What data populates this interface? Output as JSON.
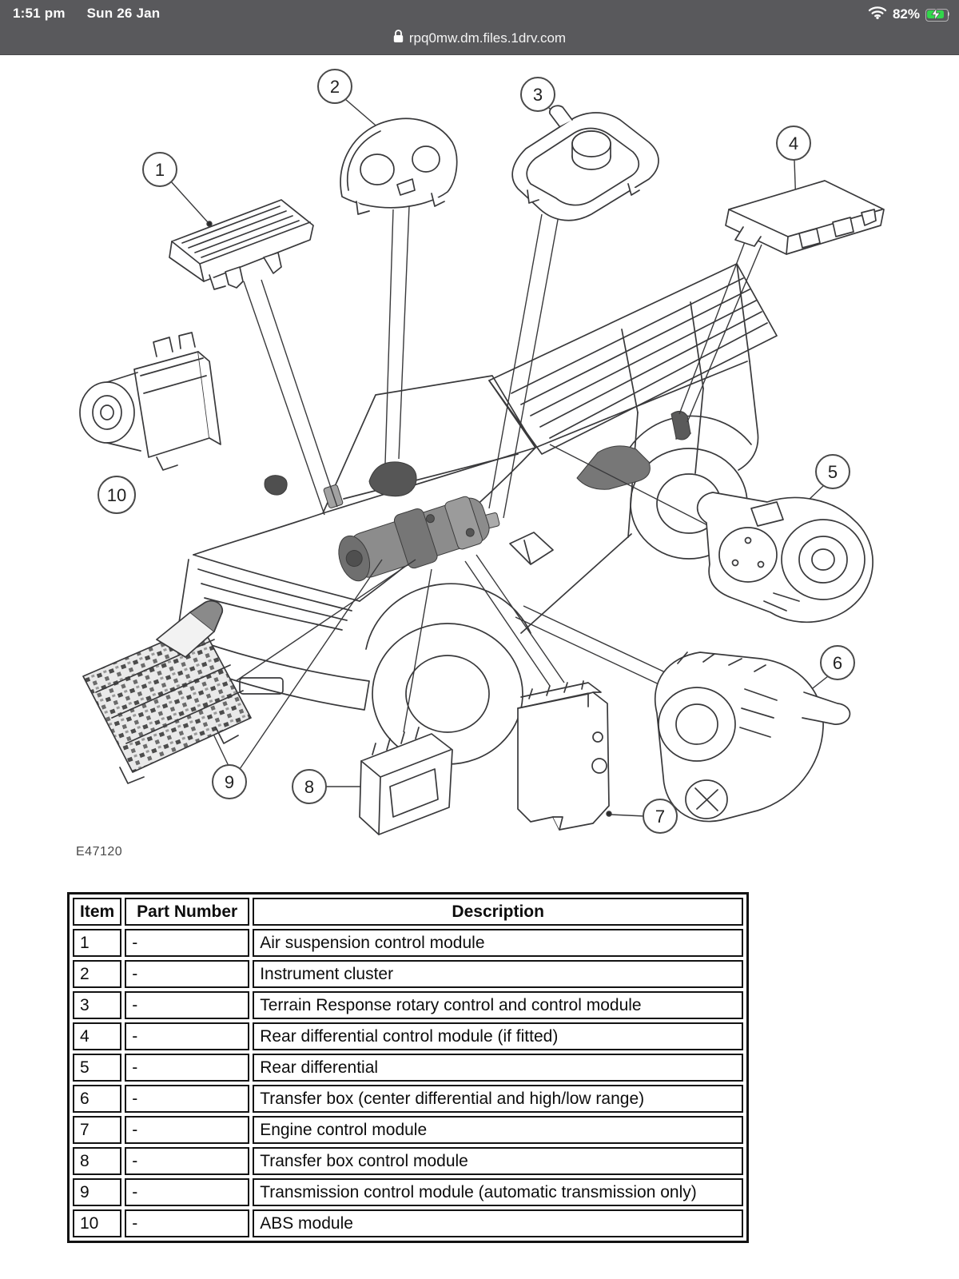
{
  "status_bar": {
    "time": "1:51 pm",
    "date": "Sun 26 Jan",
    "battery_percent": "82%",
    "battery_state": "charging",
    "battery_color": "#32d74b",
    "icons": [
      "wifi-icon",
      "battery-icon"
    ]
  },
  "url_bar": {
    "lock_icon": "lock-icon",
    "domain": "rpq0mw.dm.files.1drv.com"
  },
  "figure": {
    "code": "E47120",
    "callouts": [
      {
        "n": "1"
      },
      {
        "n": "2"
      },
      {
        "n": "3"
      },
      {
        "n": "4"
      },
      {
        "n": "5"
      },
      {
        "n": "6"
      },
      {
        "n": "7"
      },
      {
        "n": "8"
      },
      {
        "n": "9"
      },
      {
        "n": "10"
      }
    ]
  },
  "table": {
    "headers": [
      "Item",
      "Part Number",
      "Description"
    ],
    "rows": [
      [
        "1",
        "-",
        "Air suspension control module"
      ],
      [
        "2",
        "-",
        "Instrument cluster"
      ],
      [
        "3",
        "-",
        "Terrain Response rotary control and control module"
      ],
      [
        "4",
        "-",
        "Rear differential control module (if fitted)"
      ],
      [
        "5",
        "-",
        "Rear differential"
      ],
      [
        "6",
        "-",
        "Transfer box (center differential and high/low range)"
      ],
      [
        "7",
        "-",
        "Engine control module"
      ],
      [
        "8",
        "-",
        "Transfer box control module"
      ],
      [
        "9",
        "-",
        "Transmission control module (automatic transmission only)"
      ],
      [
        "10",
        "-",
        "ABS module"
      ]
    ]
  },
  "colors": {
    "status_bar_bg": "#59595c",
    "line_art": "#39393b",
    "shaded_module": "#6f6f6f"
  }
}
